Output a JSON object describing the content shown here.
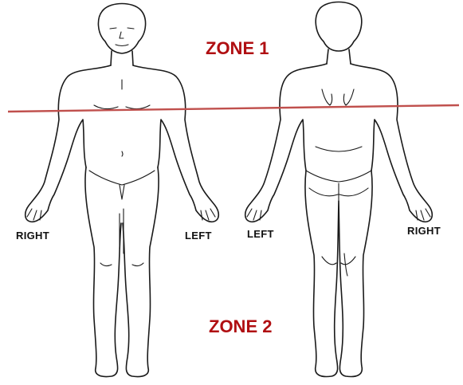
{
  "zones": [
    {
      "label": "ZONE 1"
    },
    {
      "label": "ZONE 2"
    }
  ],
  "figures": {
    "front": {
      "left_side_label": "RIGHT",
      "right_side_label": "LEFT"
    },
    "back": {
      "left_side_label": "LEFT",
      "right_side_label": "RIGHT"
    }
  },
  "colors": {
    "zone_text": "#b00f12",
    "divider_line": "#c0504d",
    "outline": "#1a1a1a"
  }
}
